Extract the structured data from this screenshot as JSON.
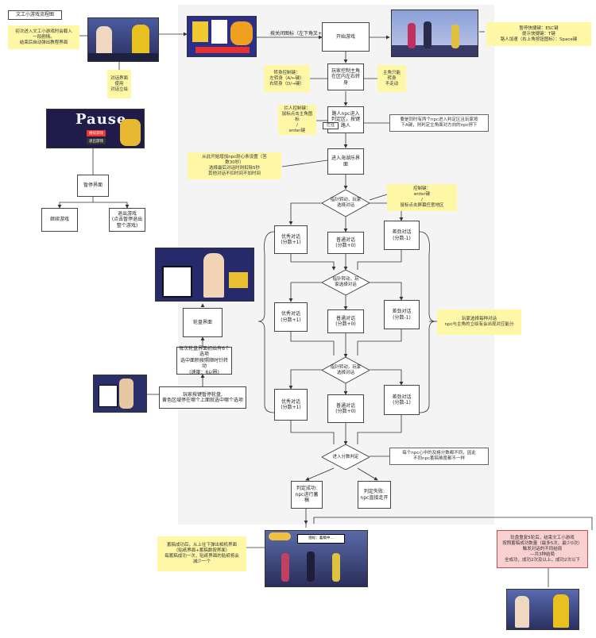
{
  "title": "文工小游戏流程图",
  "nodes": {
    "start": "开始游戏",
    "player_ctrl": "玩家控制主角\n在区内左右转\n身",
    "npc_enter": "路人npc进入\n判定区，按键\n路人",
    "npc_enter_tag": "拦住",
    "enter_ui": "进入海湖乐界\n面",
    "excellent_1": "优秀对话\n(分数+1)",
    "normal_1": "普通对话\n(分数+0)",
    "bad_1": "差劲对话\n(分数-1)",
    "excellent_2": "优秀对话\n(分数+1)",
    "normal_2": "普通对话\n(分数+0)",
    "bad_2": "差劲对话\n(分数-1)",
    "excellent_3": "优秀对话\n(分数+1)",
    "normal_3": "普通对话\n(分数+0)",
    "bad_3": "差劲对话\n(分数-1)",
    "success": "判定成功:\nnpc进行蓄稿",
    "fail": "判定失败:\nnpc直接走开",
    "pause_ui": "暂停界面",
    "continue": "继续游戏",
    "exit": "退出游戏\n(点击暂停退出\n整个游戏)",
    "wheel_ui": "轮盘界面",
    "wheel_desc": "每次轮盘界面初始有6个\n选项\n选中面积按照顺时针转动\n(速度：6s/圈)",
    "wheel_stop": "玩家按键暂停轮盘,\n黄色区域停在哪个上面就选中哪个选项"
  },
  "diamonds": {
    "d1": "指针转动，玩家\n选择对话",
    "d2": "指针转动，玩\n家选择对话",
    "d3": "指针转动，玩家\n选择对话",
    "d4": "进入分数判定"
  },
  "edge_labels": {
    "close_tutorial": "按关闭图标（左下角叉+）"
  },
  "notes": {
    "intro": "初次进入文工小游戏时会载入\n一段剧情。\n结束后自动弹出教程界面",
    "dialog_ui": "对话界面\n使用\n对话立绘",
    "pause_hotkeys": "暂停快捷键：ESC键\n提示快捷键：T键\n路人加速（右上角按钮图标）：Space键",
    "turn_keys": "转身控制键：\n左转身（A/←键）\n右转身（D/→键）",
    "protagonist": "主角只能\n转身\n不走动",
    "stop_keys": "拦人控制键：\n鼠标点击主角图标\n/\nenter键",
    "multi_npc": "要是同时有两个npc进入判定区且玩家按\n下A键，则判定主角面对方向的npc停下",
    "timer": "从此开始增加npc耐心条设置（答\n数30秒）\n选择最后对话时则扣除5秒\n其他对话不扣时间不加时间",
    "ctrl_keys": "控制键：\nenter键\n/\n鼠标点击屏幕任意地区",
    "dialog_part": "玩家选择每种对话\nnpc与主角的立绘有会出现对应能分",
    "score_diff": "每个npc心中的及格分数都不同，因此\n不同npc蓄稿难度都不一样",
    "success_note": "蓄稿成功后，从上往下弹出相机界面\n（贴纸界面+蓄稿数按界面）\n每蓄稿成功一次，贴纸界面的贴纸将会\n减少一个",
    "end_rules": "轮盘重复5轮后，结束文工小游戏\n按照蓄稿成功数量（最多5次，最少0次）\n触发对话的不同结局\n—共3种结局\n全成功，成功2次及以上，成功2次以下"
  },
  "shot_texts": {
    "poster_title": "Pause",
    "poster_btn1": "继续游戏",
    "poster_btn2": "退出游戏",
    "comic_caption": "图标：蓄稿中..."
  }
}
